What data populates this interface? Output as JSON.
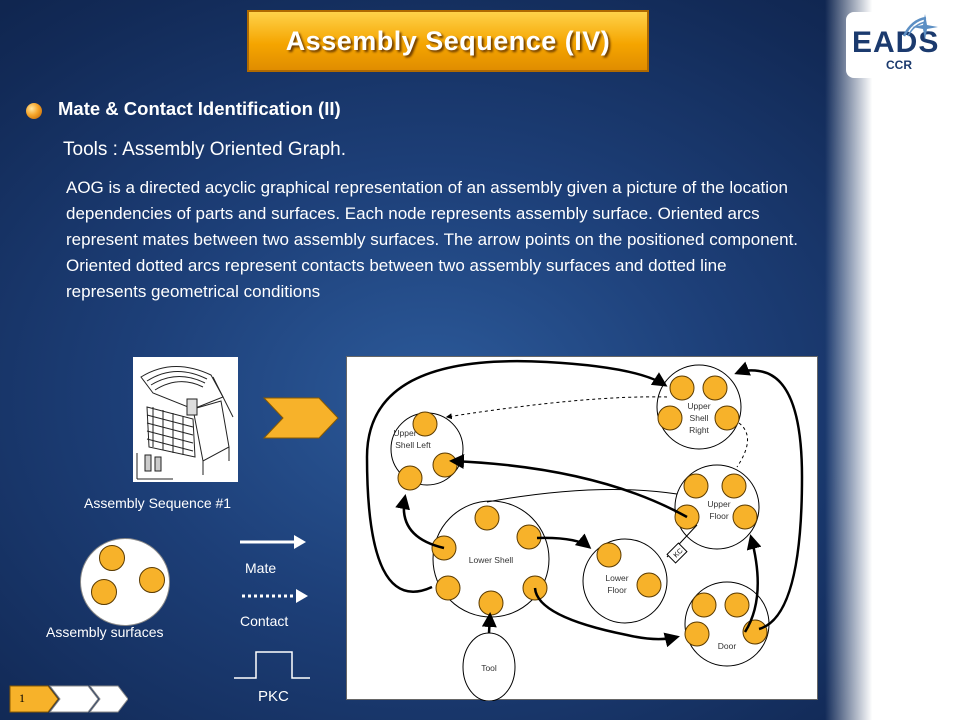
{
  "slide": {
    "title": "Assembly Sequence (IV)",
    "heading": "Mate & Contact Identification (II)",
    "subheading": "Tools : Assembly Oriented Graph.",
    "paragraph": "AOG is a directed acyclic graphical representation of an assembly given a picture of the location dependencies of parts and surfaces. Each node represents assembly surface. Oriented arcs represent mates between two assembly surfaces. The arrow points on the positioned component. Oriented dotted arcs represent contacts between two assembly surfaces and dotted line represents geometrical conditions",
    "page_number": "1"
  },
  "logo": {
    "name": "EADS",
    "sub": "CCR"
  },
  "figure": {
    "caption": "Assembly Sequence #1"
  },
  "legend": {
    "surfaces_label": "Assembly surfaces",
    "mate_label": "Mate",
    "contact_label": "Contact",
    "pkc_label": "PKC"
  },
  "diagram": {
    "nodes": {
      "upper_shell_right": [
        "Upper",
        "Shell",
        "Right"
      ],
      "upper_shell_left": [
        "Upper",
        "Shell Left"
      ],
      "upper_floor": [
        "Upper",
        "Floor"
      ],
      "lower_shell": "Lower Shell",
      "lower_floor": [
        "Lower",
        "Floor"
      ],
      "door": "Door",
      "tool": "Tool"
    },
    "kc_label": "KC"
  },
  "colors": {
    "accent": "#f5a500",
    "surface": "#f7b22a",
    "background": "#1d3f78"
  }
}
